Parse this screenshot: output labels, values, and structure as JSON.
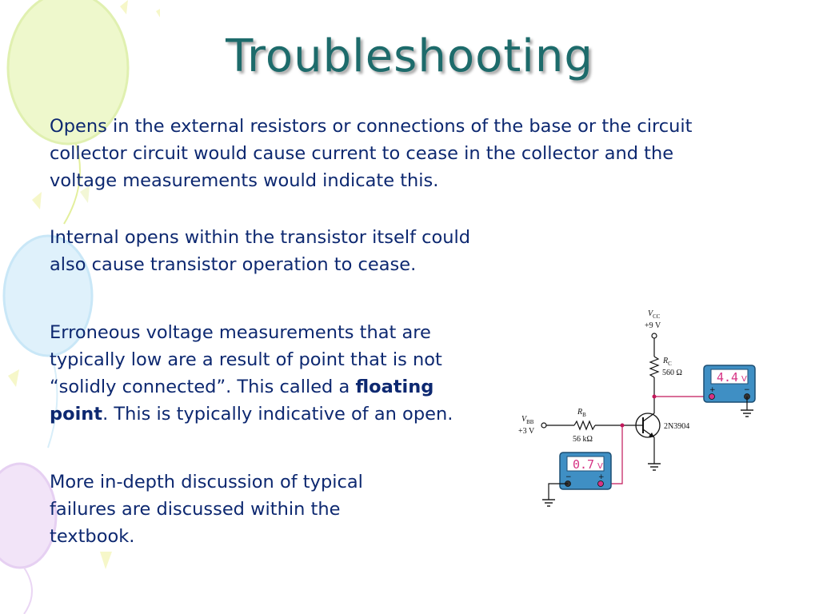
{
  "slide": {
    "title": "Troubleshooting",
    "paragraphs": {
      "p1": "Opens in the external resistors or connections of the base or the circuit collector circuit would cause current to cease in the collector and the voltage measurements would indicate this.",
      "p2": "Internal opens within the transistor itself could also cause transistor operation to cease.",
      "p3": {
        "before": "Erroneous voltage measurements that are typically low are a result of point that is not “solidly connected”. This called a ",
        "bold": "floating point",
        "after": ". This is typically indicative of an open."
      },
      "p4": "More in-depth discussion of typical failures are discussed within the textbook."
    }
  },
  "circuit": {
    "vcc_symbol": "V",
    "vcc_sub": "CC",
    "vcc_value": "+9 V",
    "rc_symbol": "R",
    "rc_sub": "C",
    "rc_value": "560 Ω",
    "rb_symbol": "R",
    "rb_sub": "B",
    "rb_value": "56 kΩ",
    "vbb_symbol": "V",
    "vbb_sub": "BB",
    "vbb_value": "+3 V",
    "transistor": "2N3904",
    "meter_collector": {
      "reading": "4.4",
      "unit": "V",
      "plus": "+",
      "minus": "−"
    },
    "meter_base": {
      "reading": "0.7",
      "unit": "V",
      "plus": "+",
      "minus": "−"
    }
  },
  "colors": {
    "title": "#1d6b6b",
    "text": "#0d2870",
    "meter_body": "#3f8fc4",
    "meter_display": "#d63384",
    "probe_wire": "#c2185b"
  }
}
